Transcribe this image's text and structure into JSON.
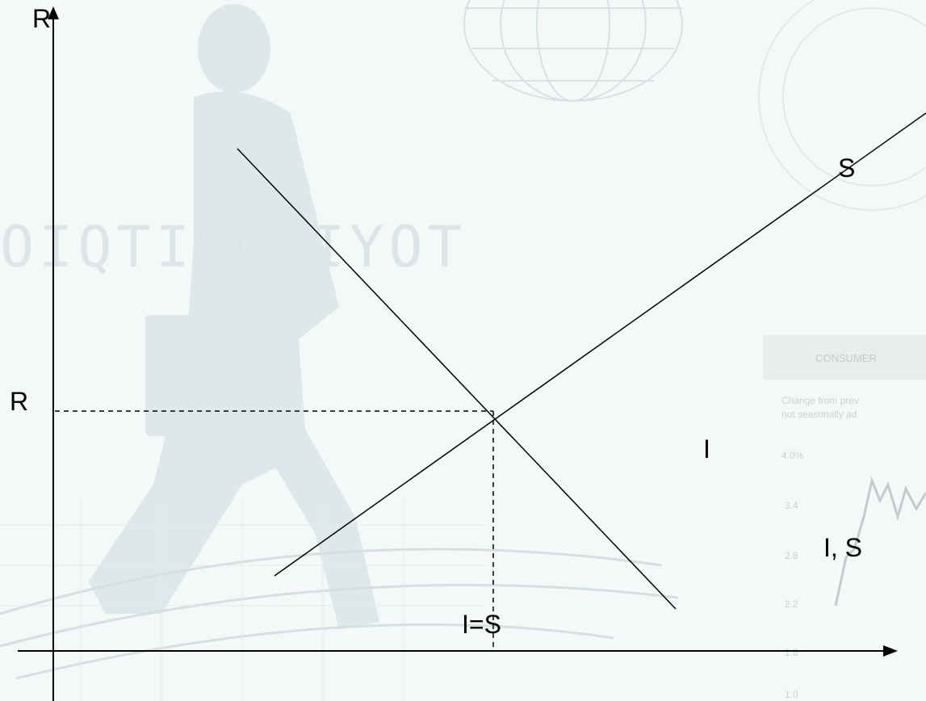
{
  "diagram": {
    "y_axis_label": "R",
    "x_axis_label": "I, S",
    "equilibrium_rate_label": "R",
    "equilibrium_quantity_label": "I=S",
    "investment_curve_label": "I",
    "saving_curve_label": "S"
  },
  "background": {
    "watermark_text": "OIQTISODIYOT",
    "inset_header": "CONSUMER",
    "inset_caption_line1": "Change from prev",
    "inset_caption_line2": "not seasonally ad",
    "inset_ticks": [
      "4.0%",
      "3.4",
      "2.8",
      "2.2",
      "1.6",
      "1.0"
    ]
  },
  "colors": {
    "background": "#f4f8f8",
    "axis": "#000000",
    "watermark": "#dce6e6"
  }
}
